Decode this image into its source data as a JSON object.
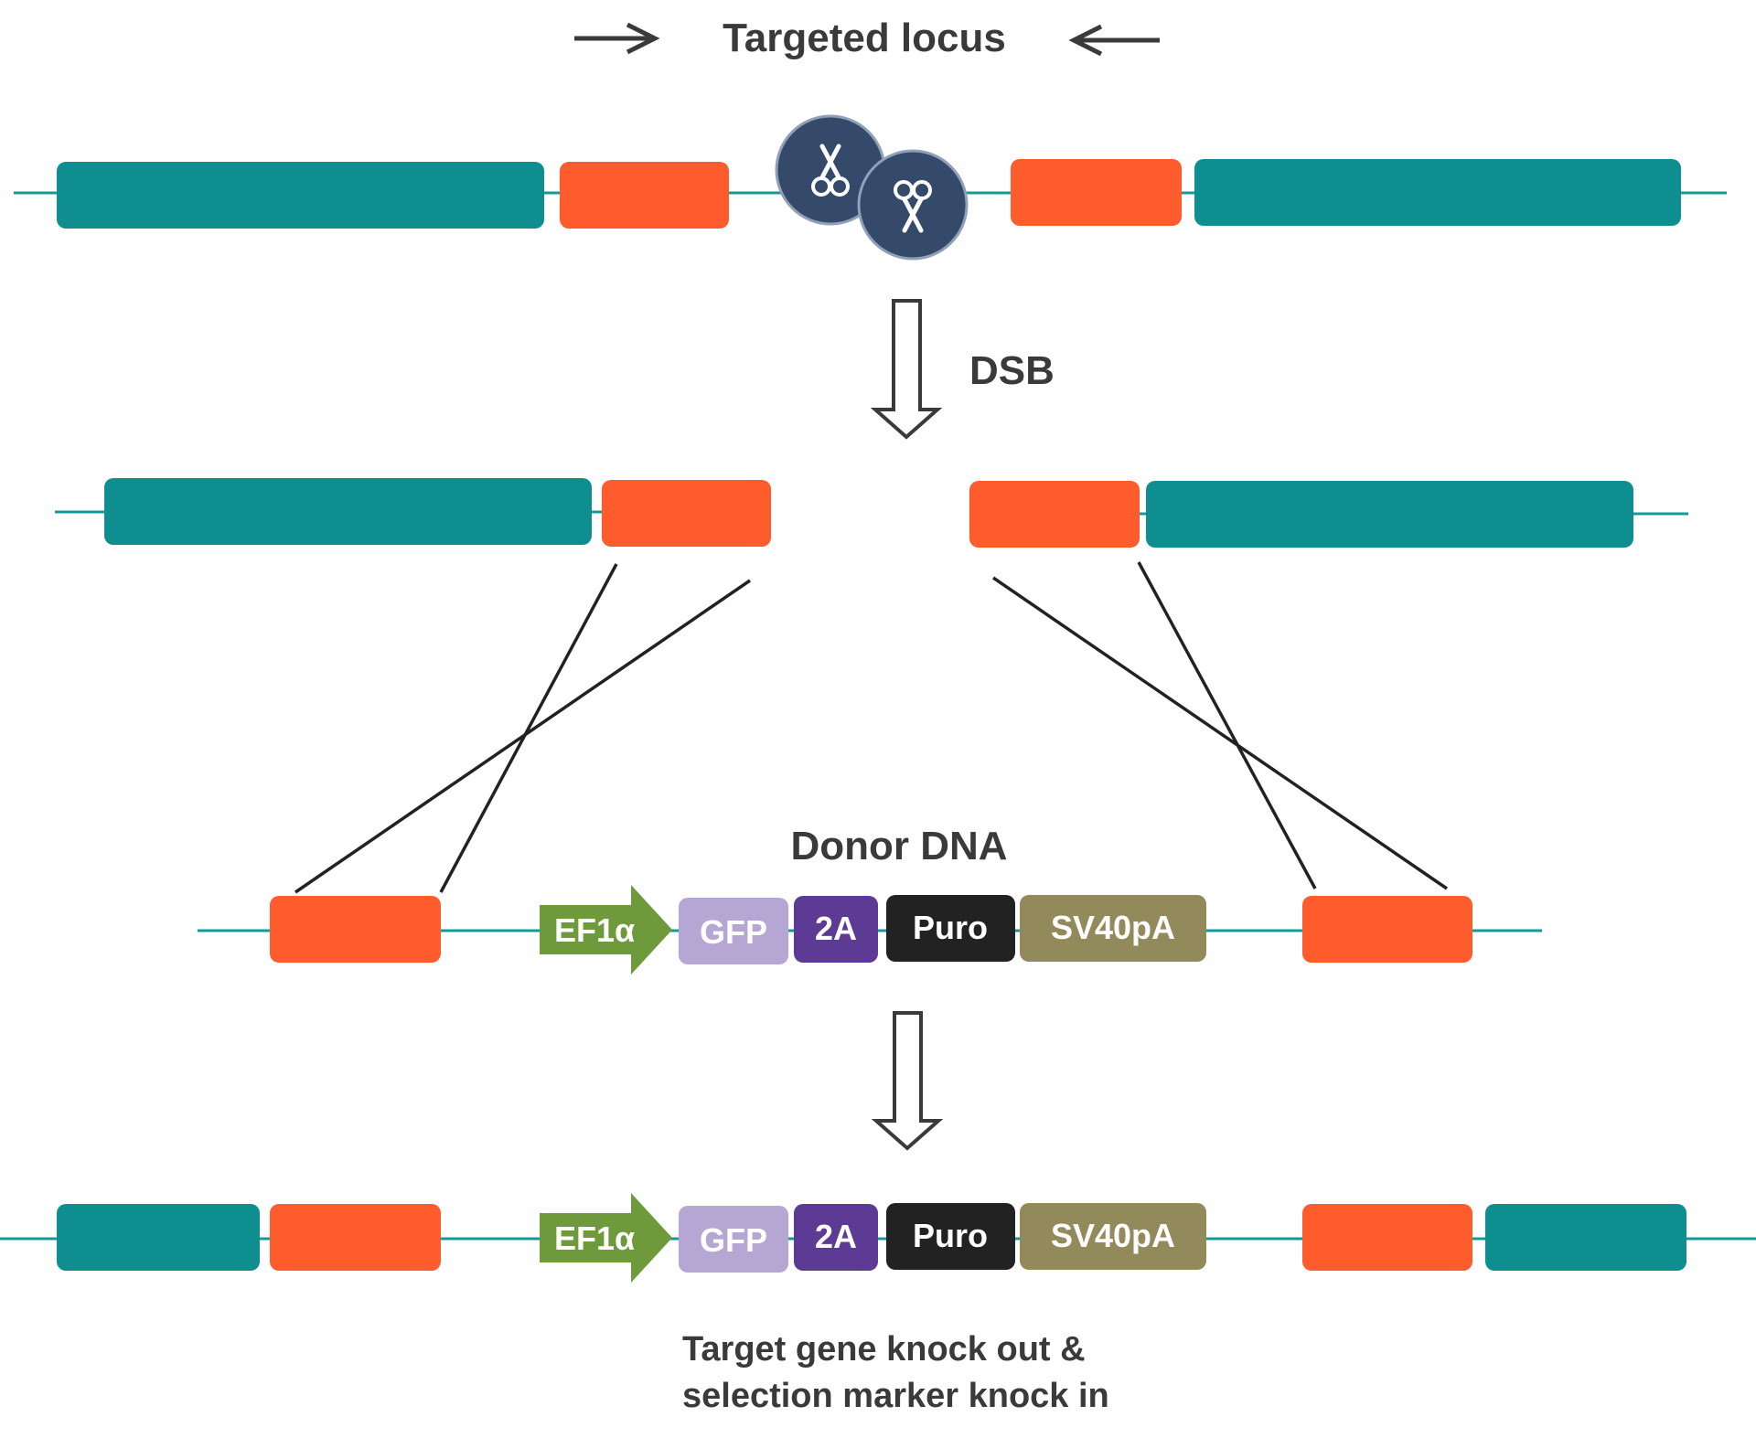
{
  "title": "Targeted  locus",
  "dsb_label": "DSB",
  "donor_label": "Donor DNA",
  "result_caption": {
    "line1": "Target gene knock out &",
    "line2": "selection marker knock in"
  },
  "cassette": {
    "promoter": "EF1α",
    "gfp": "GFP",
    "linker": "2A",
    "marker": "Puro",
    "polya": "SV40pA"
  },
  "colors": {
    "dna_line": "#109a9a",
    "teal": "#0e8e8e",
    "orange": "#ff5c2d",
    "scissors_bg": "#354a6a",
    "promoter": "#6f9a3c",
    "gfp": "#b5a6d3",
    "linker": "#5d3a93",
    "marker": "#222222",
    "polya": "#928a5a",
    "text": "#3a3a3a"
  },
  "icons": [
    "arrow-right-icon",
    "arrow-left-icon",
    "scissors-icon",
    "hollow-down-arrow-icon"
  ]
}
